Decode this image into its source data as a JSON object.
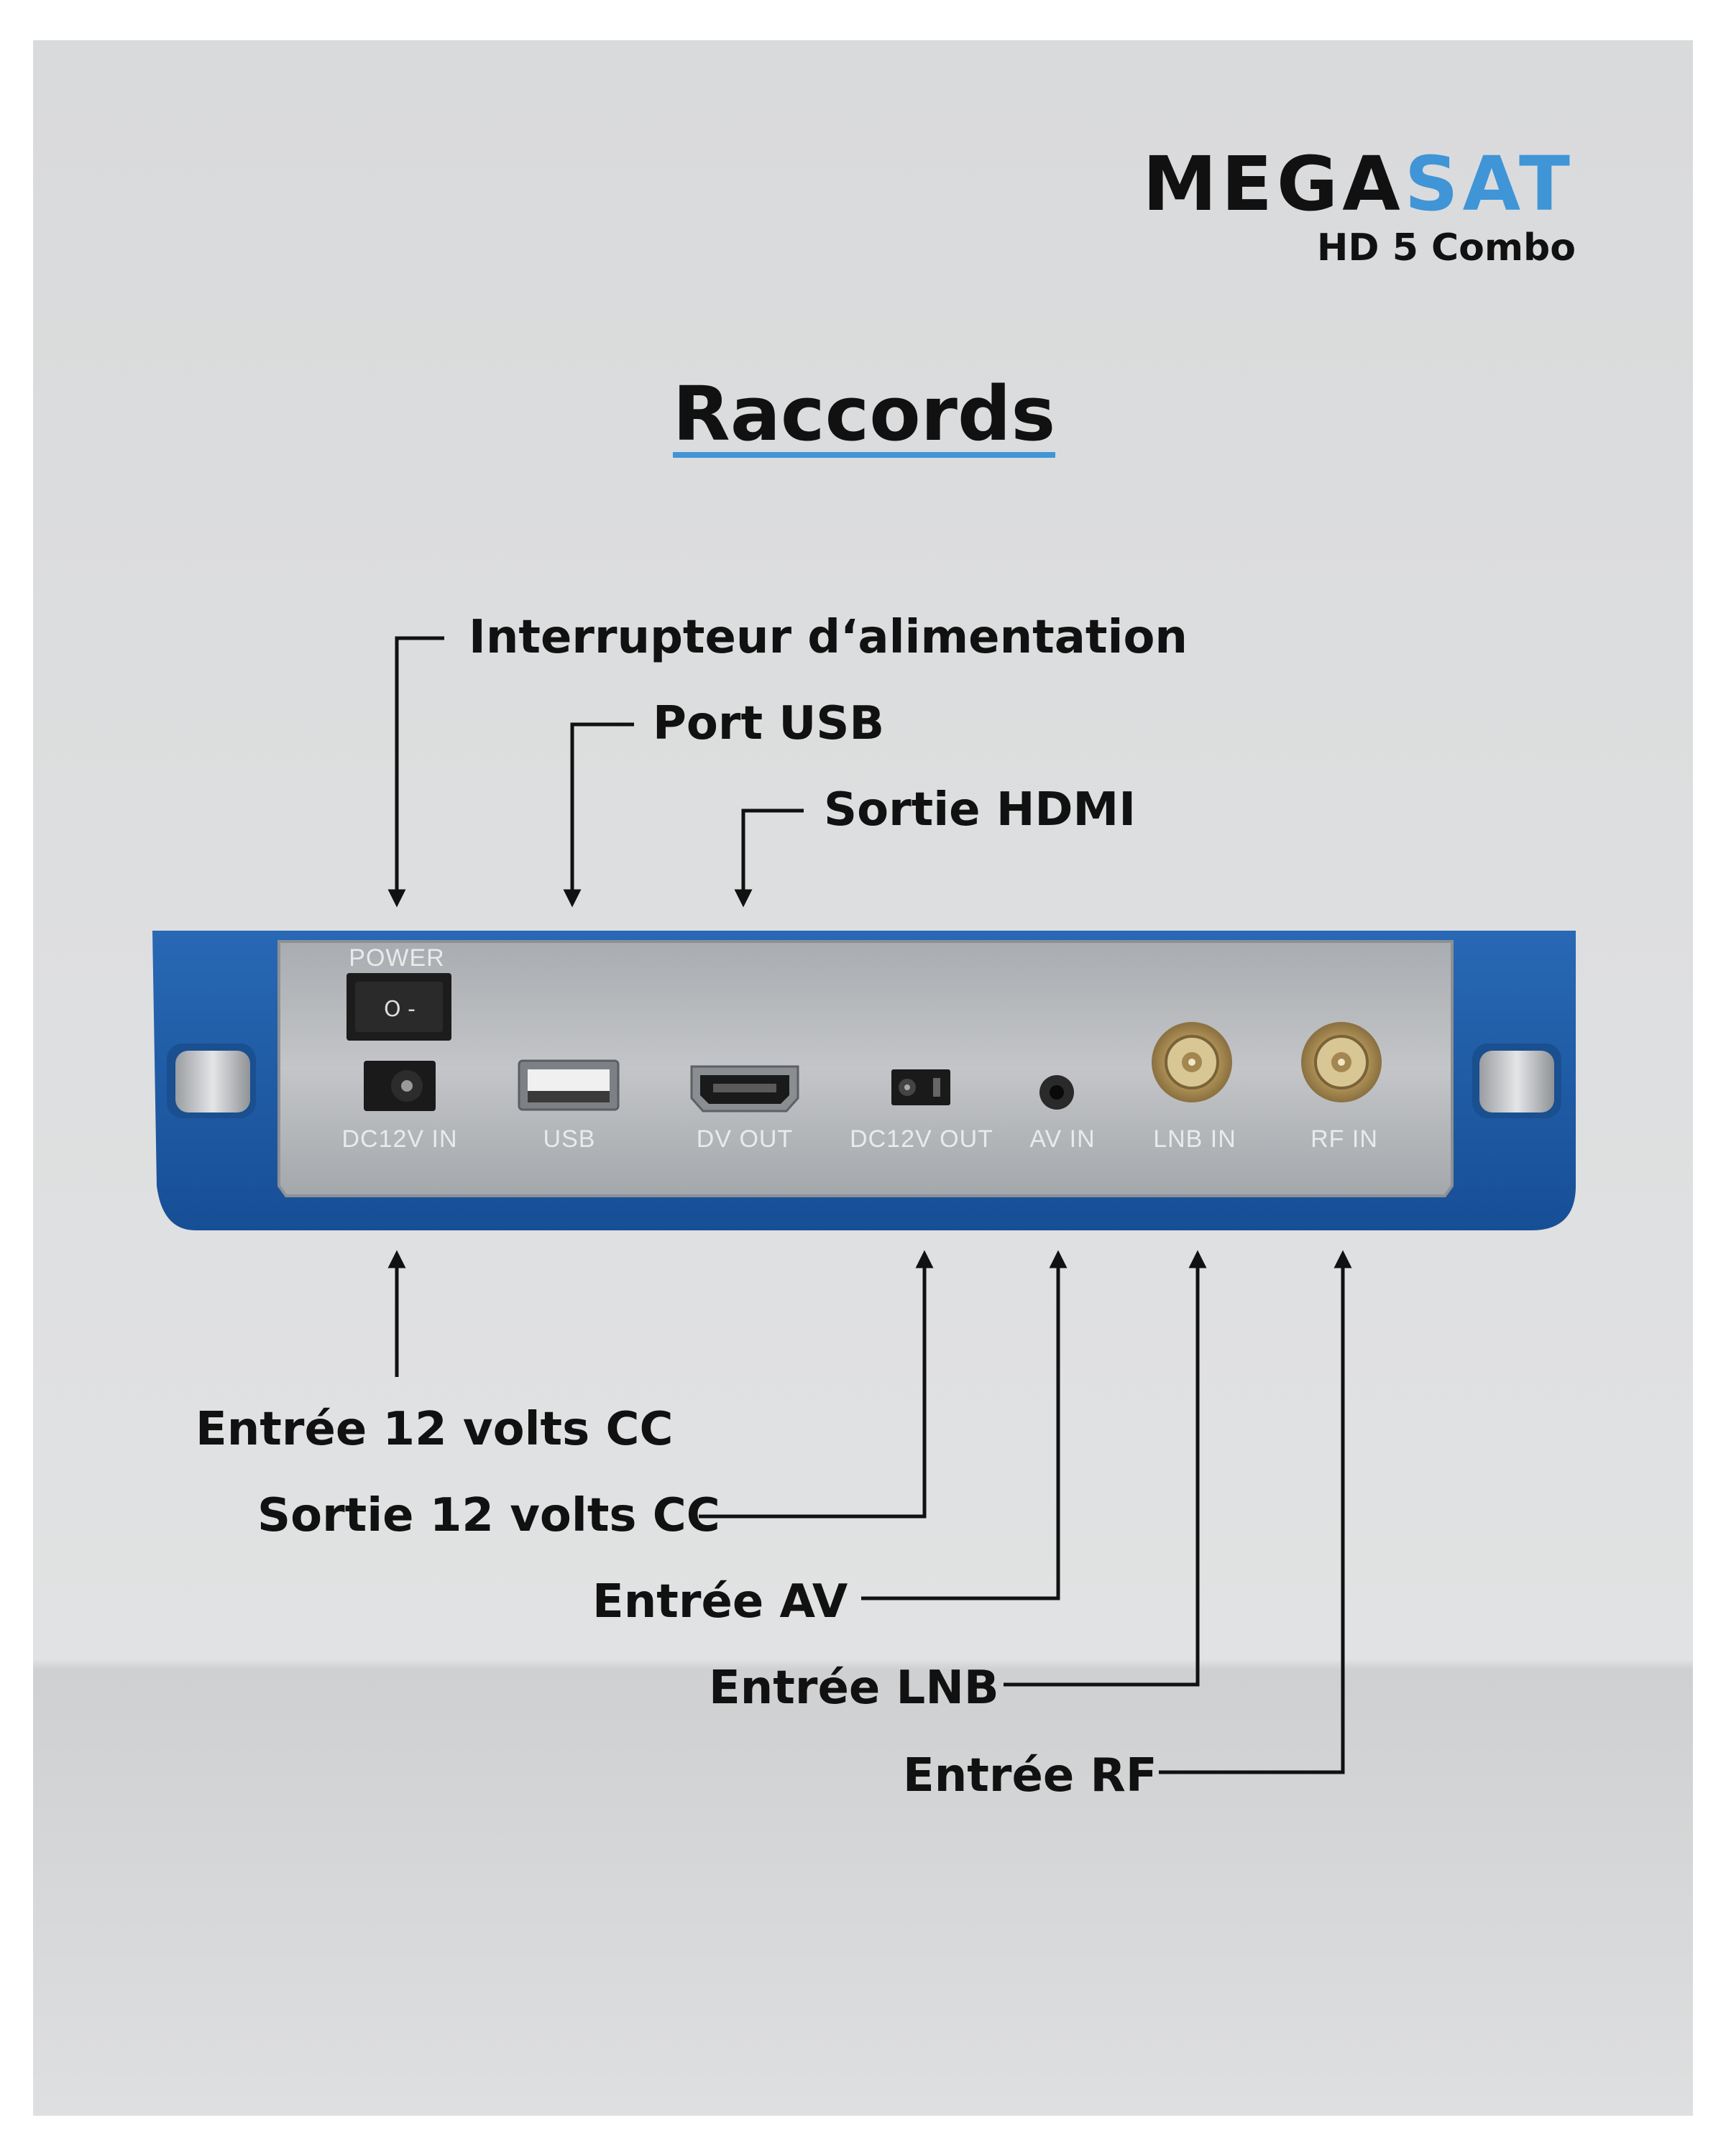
{
  "brand": {
    "logo_text": "MEGASAT",
    "logo_part_dark": "MEGA",
    "logo_part_blue": "SAT",
    "model": "HD 5 Combo"
  },
  "title": "Raccords",
  "colors": {
    "accent_blue": "#3f95d6",
    "housing_blue": "#1f5fa8",
    "panel_silver": "#b9bcc0",
    "text": "#111111"
  },
  "panel_labels": {
    "power": "POWER",
    "dc_in": "DC12V  IN",
    "usb": "USB",
    "dv_out": "DV  OUT",
    "dc_out": "DC12V  OUT",
    "av_in": "AV  IN",
    "lnb_in": "LNB  IN",
    "rf_in": "RF  IN",
    "switch_glyphs": "O -"
  },
  "callouts_top": [
    {
      "id": "power-switch",
      "text": "Interrupteur d‘alimentation"
    },
    {
      "id": "usb-port",
      "text": "Port USB"
    },
    {
      "id": "hdmi-out",
      "text": "Sortie HDMI"
    }
  ],
  "callouts_bottom": [
    {
      "id": "dc-in",
      "text": "Entrée 12 volts CC"
    },
    {
      "id": "dc-out",
      "text": "Sortie 12 volts CC"
    },
    {
      "id": "av-in",
      "text": "Entrée AV"
    },
    {
      "id": "lnb-in",
      "text": "Entrée LNB"
    },
    {
      "id": "rf-in",
      "text": "Entrée RF"
    }
  ]
}
